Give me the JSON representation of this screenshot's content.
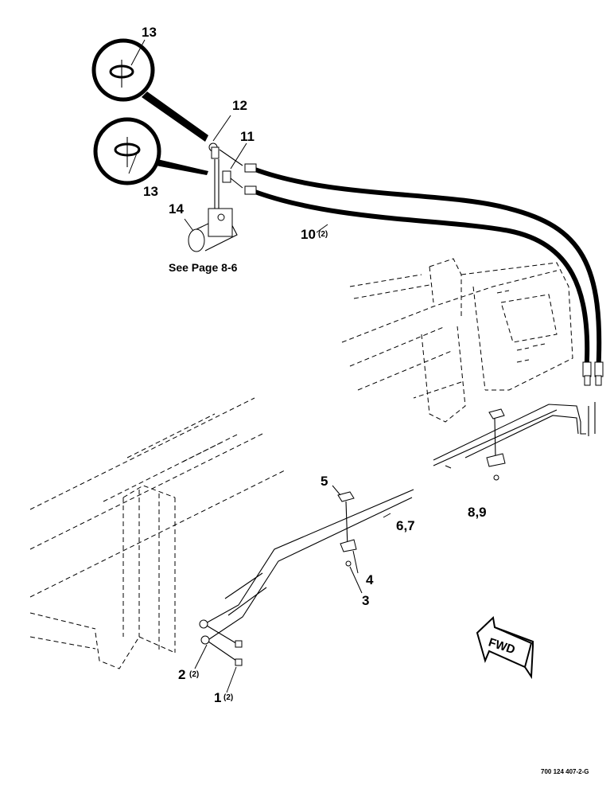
{
  "callouts": {
    "c1": "1",
    "c1_qty": "(2)",
    "c2": "2",
    "c2_qty": "(2)",
    "c3": "3",
    "c4": "4",
    "c5": "5",
    "c67": "6,7",
    "c89": "8,9",
    "c10": "10",
    "c10_qty": "(2)",
    "c11": "11",
    "c12": "12",
    "c13_top": "13",
    "c13_bottom": "13",
    "c14": "14"
  },
  "note": "See Page 8-6",
  "fwd_label": "FWD",
  "part_number": "700 124 407-2-G"
}
